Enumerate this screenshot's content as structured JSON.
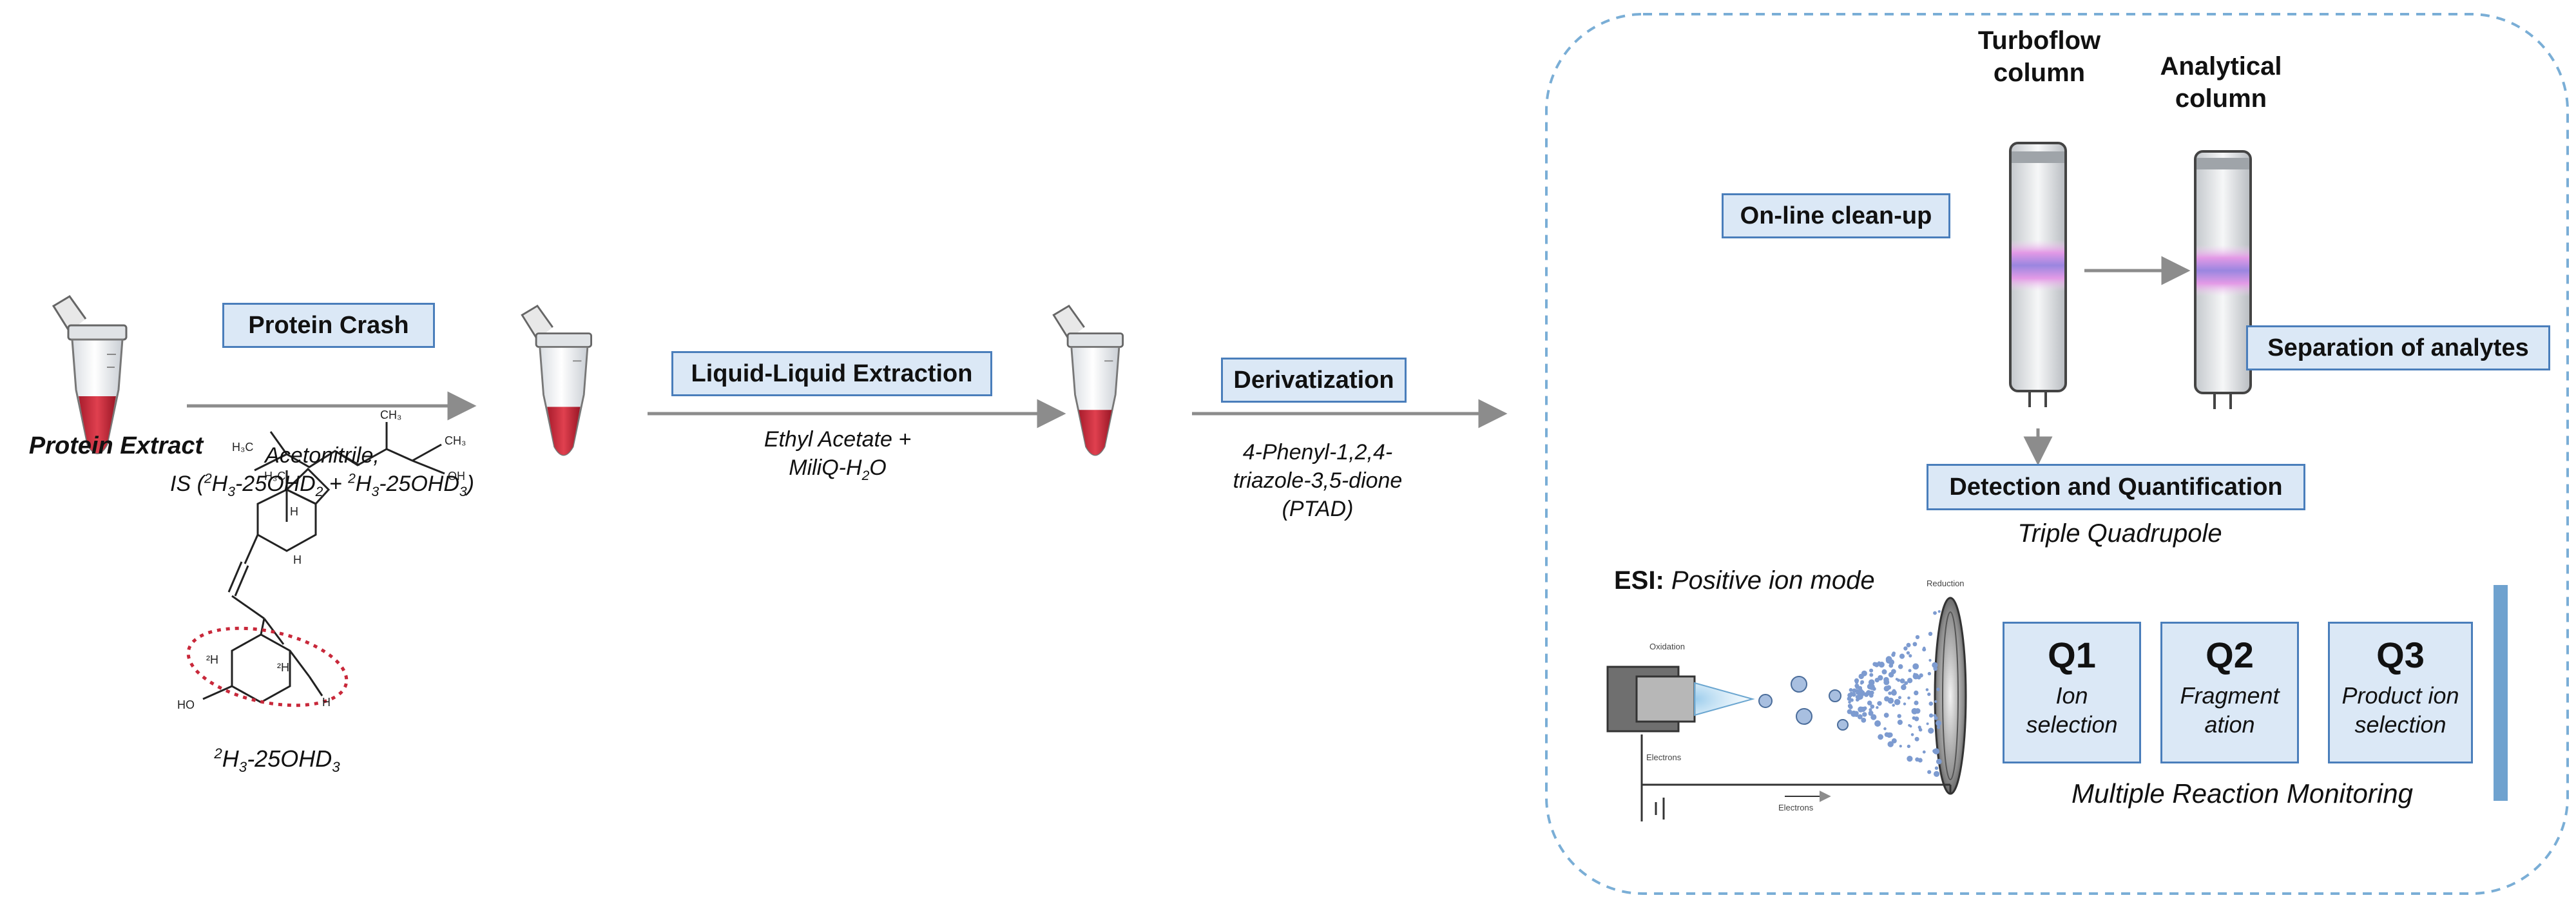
{
  "steps": {
    "protein_extract": "Protein Extract",
    "protein_crash": {
      "label": "Protein Crash",
      "reagent_line1": "Acetonitrile,",
      "reagent_is_prefix": "IS (",
      "reagent_sup1": "2",
      "reagent_mid1": "H",
      "reagent_sub1": "3",
      "reagent_mid2": "-25OHD",
      "reagent_sub2": "2",
      "reagent_plus": " + ",
      "reagent_sup2": "2",
      "reagent_mid3": "H",
      "reagent_sub3": "3",
      "reagent_mid4": "-25OHD",
      "reagent_sub4": "3",
      "reagent_close": ")"
    },
    "lle": {
      "label": "Liquid-Liquid  Extraction",
      "reagent_line1": "Ethyl Acetate +",
      "reagent_line2_a": "MiliQ-H",
      "reagent_line2_sub": "2",
      "reagent_line2_b": "O"
    },
    "derivatization": {
      "label": "Derivatization",
      "reagent_line1": "4-Phenyl-1,2,4-",
      "reagent_line2": "triazole-3,5-dione",
      "reagent_line3": "(PTAD)"
    }
  },
  "molecule": {
    "caption_sup": "2",
    "caption_a": "H",
    "caption_sub1": "3",
    "caption_b": "-25OHD",
    "caption_sub2": "3",
    "atom_labels": [
      "H3C",
      "CH3",
      "CH3",
      "OH",
      "H3C",
      "H",
      "H",
      "2H",
      "2H",
      "H",
      "HO"
    ]
  },
  "instrument": {
    "turboflow_title_1": "Turboflow",
    "turboflow_title_2": "column",
    "analytical_title_1": "Analytical",
    "analytical_title_2": "column",
    "online_cleanup": "On-line clean-up",
    "separation": "Separation of analytes",
    "detection": "Detection and Quantification",
    "triple_quad": "Triple Quadrupole",
    "esi_label": "ESI:",
    "esi_mode": " Positive ion mode",
    "esi_small": {
      "oxidation": "Oxidation",
      "reduction": "Reduction",
      "electrons1": "Electrons",
      "electrons2": "Electrons"
    },
    "quads": [
      {
        "title": "Q1",
        "line1": "Ion",
        "line2": "selection"
      },
      {
        "title": "Q2",
        "line1": "Fragment",
        "line2": "ation"
      },
      {
        "title": "Q3",
        "line1": "Product ion",
        "line2": "selection"
      }
    ],
    "mrm": "Multiple Reaction Monitoring"
  },
  "colors": {
    "box_fill": "#dbe8f6",
    "box_border": "#4a7ebb",
    "arrow": "#8c8c8c",
    "dashed_border": "#7aaed6",
    "liquid": "#c8283a"
  }
}
